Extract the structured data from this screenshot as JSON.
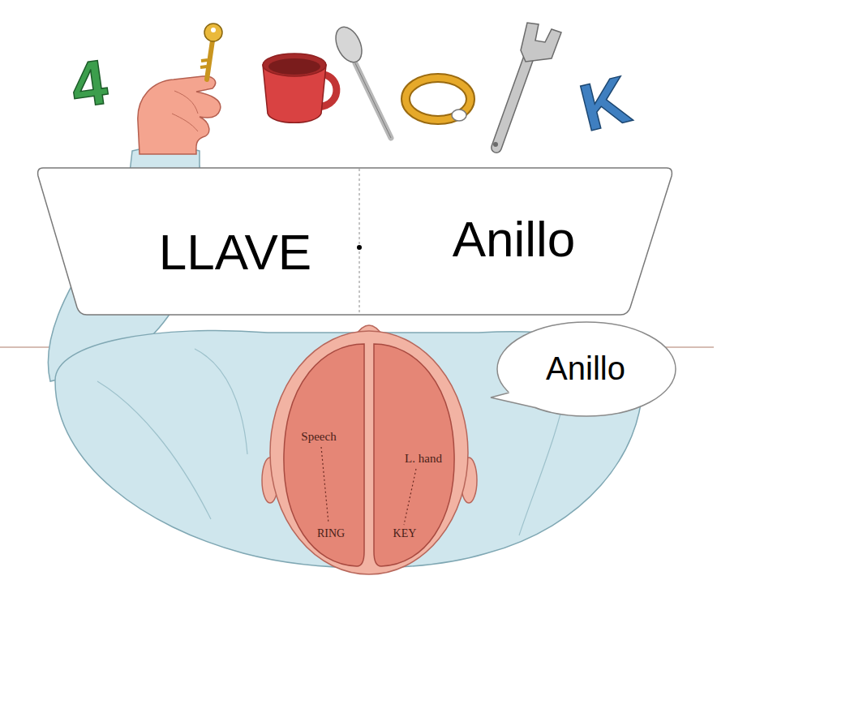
{
  "diagram": {
    "nodes": [
      {
        "text": [
          "LLAVE",
          "Anillo"
        ]
      },
      {
        "text": [
          "Anillo"
        ]
      }
    ],
    "labels": [
      "4",
      "K",
      "Speech",
      "L. hand",
      "RING",
      "KEY"
    ]
  }
}
